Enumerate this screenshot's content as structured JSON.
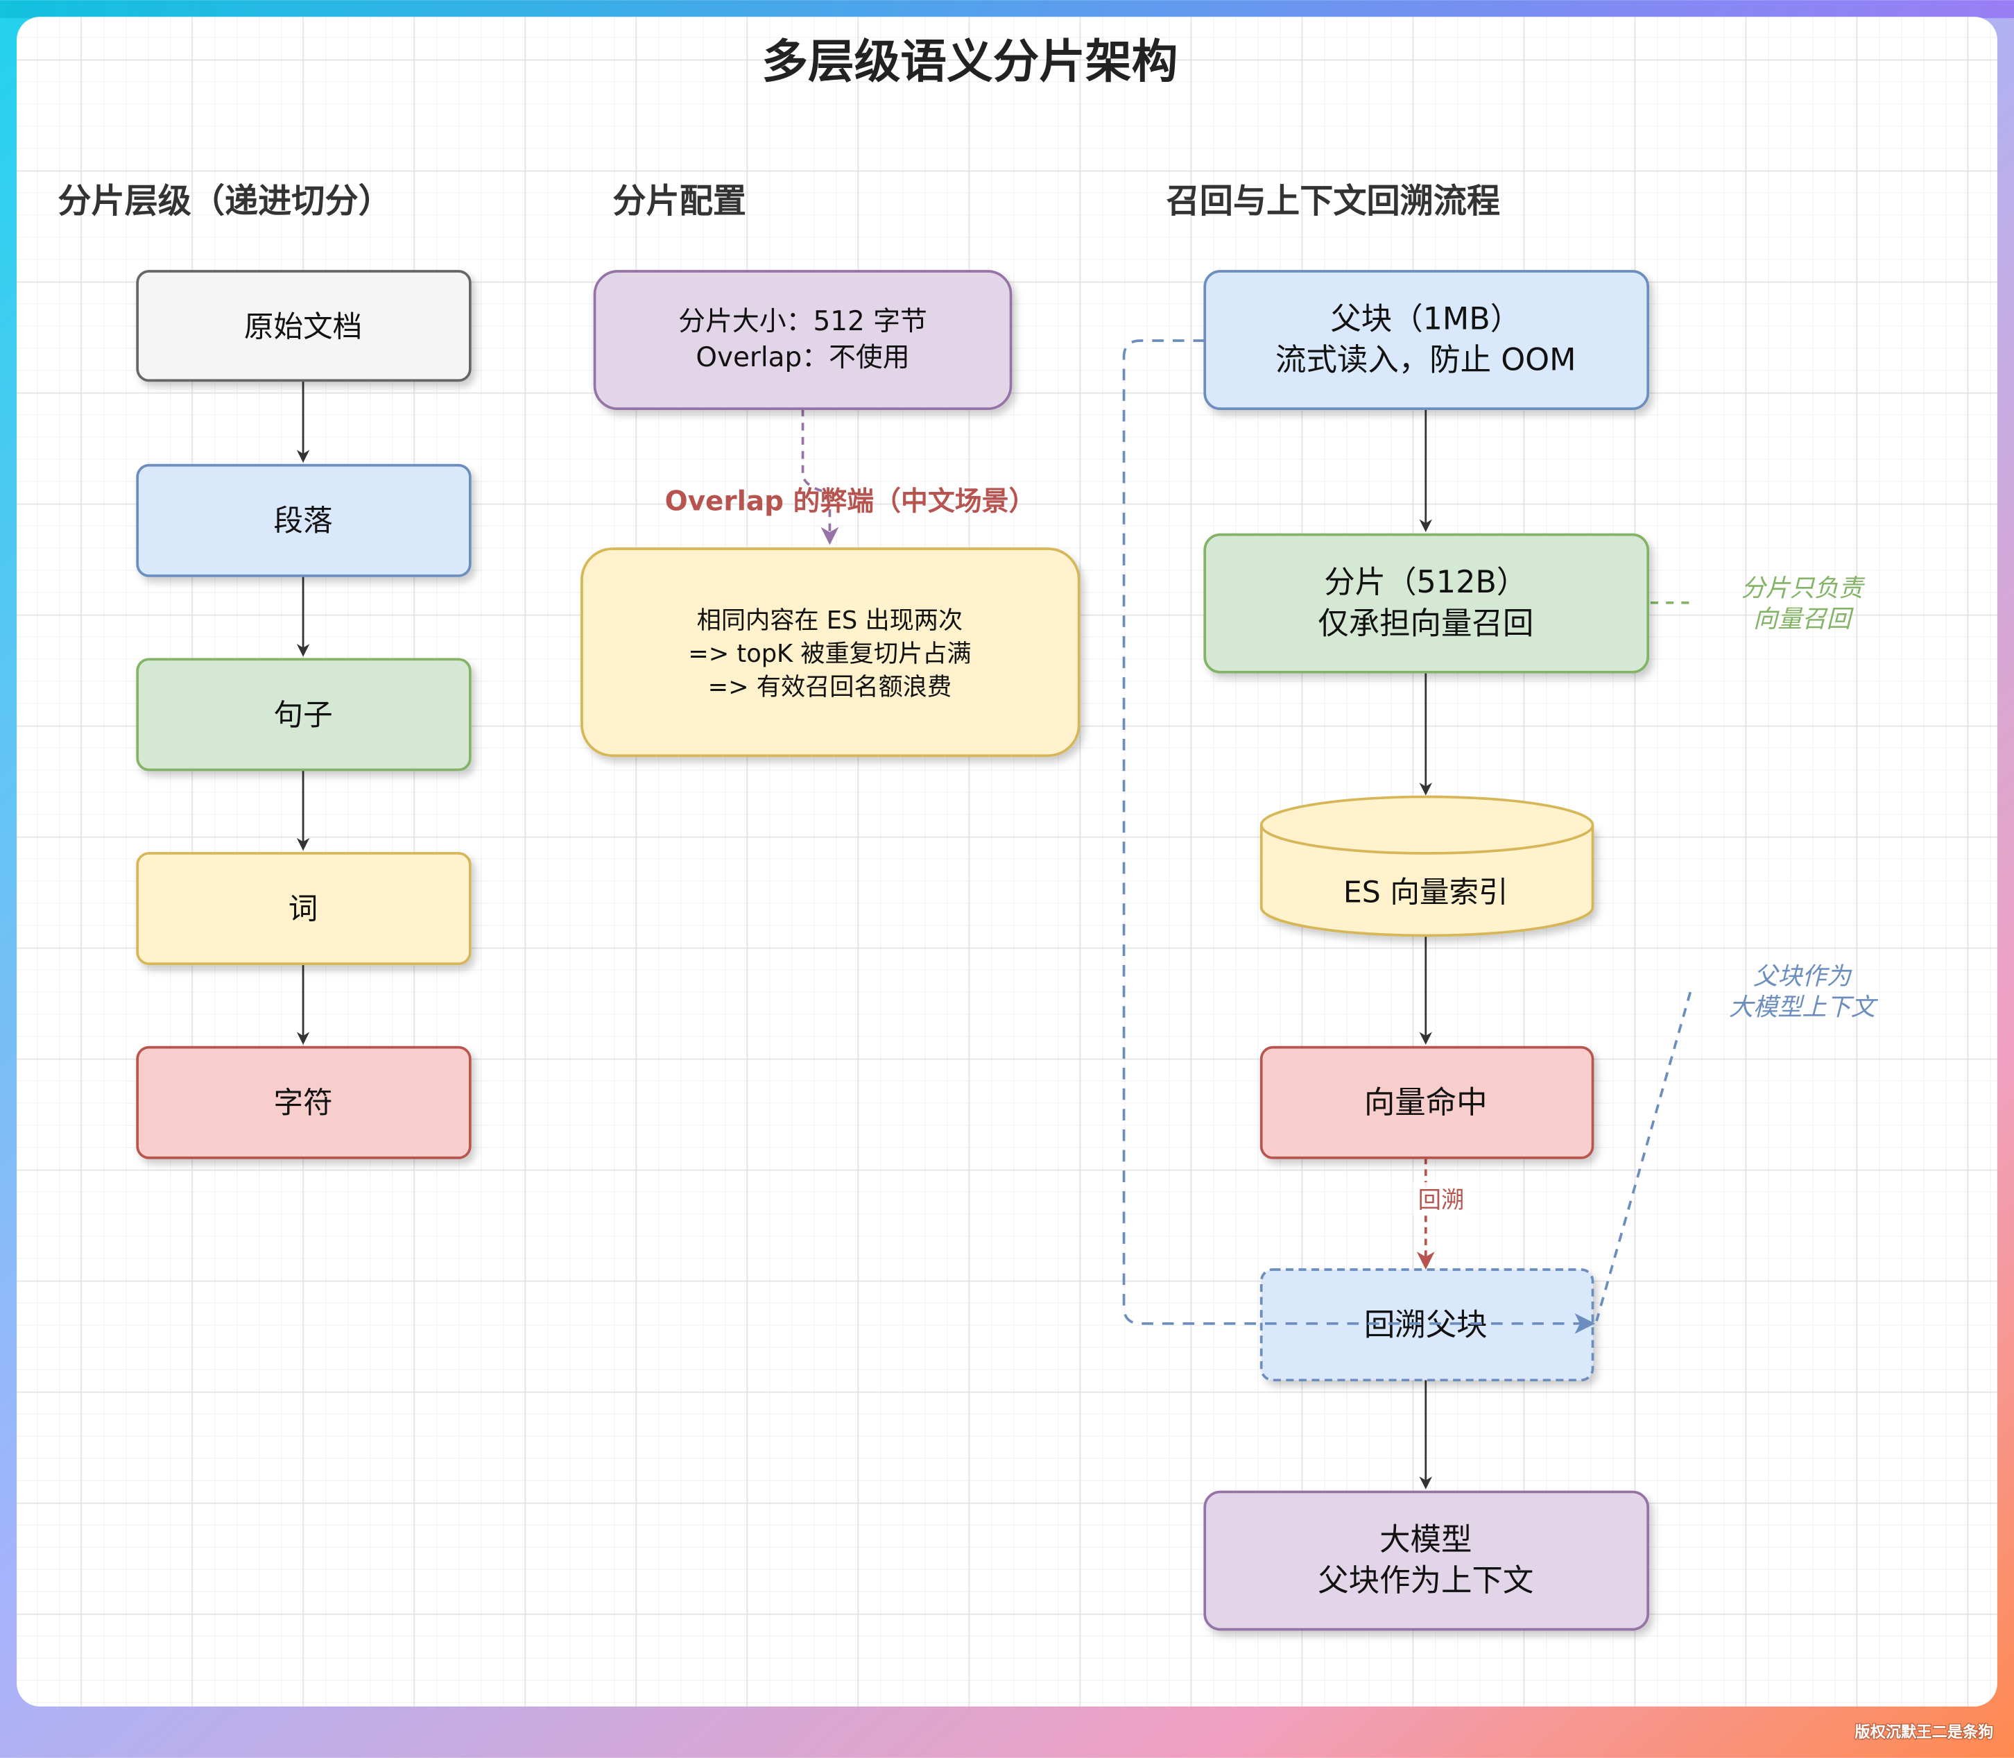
{
  "title": "多层级语义分片架构",
  "sections": {
    "hierarchy": "分片层级（递进切分）",
    "config": "分片配置",
    "flow": "召回与上下文回溯流程"
  },
  "hierarchy_nodes": [
    "原始文档",
    "段落",
    "句子",
    "词",
    "字符"
  ],
  "config": {
    "box_line1": "分片大小：512 字节",
    "box_line2": "Overlap：不使用",
    "edge_label": "Overlap 的弊端（中文场景）",
    "drawback_line1": "相同内容在 ES 出现两次",
    "drawback_line2": "=> topK 被重复切片占满",
    "drawback_line3": "=> 有效召回名额浪费"
  },
  "flow": {
    "parent_line1": "父块（1MB）",
    "parent_line2": "流式读入，防止 OOM",
    "chunk_line1": "分片（512B）",
    "chunk_line2": "仅承担向量召回",
    "index": "ES 向量索引",
    "hit": "向量命中",
    "backtrack_label": "回溯",
    "backtrack": "回溯父块",
    "llm_line1": "大模型",
    "llm_line2": "父块作为上下文",
    "note_chunk_line1": "分片只负责",
    "note_chunk_line2": "向量召回",
    "note_parent_line1": "父块作为",
    "note_parent_line2": "大模型上下文"
  },
  "watermark": "版权沉默王二是条狗",
  "colors": {
    "gray_fill": "#f5f5f5",
    "gray_stroke": "#666666",
    "blue_fill": "#dae8fc",
    "blue_stroke": "#6c8ebf",
    "green_fill": "#d5e8d4",
    "green_stroke": "#82b366",
    "yellow_fill": "#fff2cc",
    "yellow_stroke": "#d6b656",
    "red_fill": "#f8cecc",
    "red_stroke": "#b85450",
    "purple_fill": "#e1d5e7",
    "purple_stroke": "#9673a6"
  }
}
